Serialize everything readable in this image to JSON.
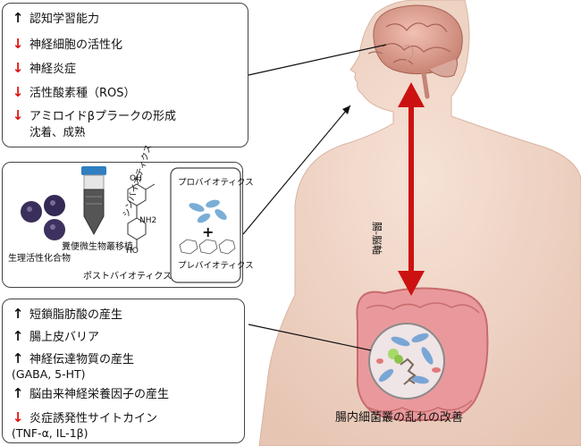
{
  "top_box": {
    "items": [
      {
        "dir": "up",
        "text": "認知学習能力"
      },
      {
        "dir": "down",
        "text": "神経細胞の活性化"
      },
      {
        "dir": "down",
        "text": "神経炎症"
      },
      {
        "dir": "down",
        "text": "活性酸素種（ROS）"
      },
      {
        "dir": "down",
        "text": "アミロイドβプラークの形成"
      }
    ],
    "item5_line2": "沈着、成熟"
  },
  "middle_box": {
    "bioactive": "生理活性化合物",
    "fmt": "糞便微生物叢移植",
    "postbiotics": "ポストバイオティクス",
    "synbiotics": "シンバイオティクス",
    "probiotics": "プロバイオティクス",
    "prebiotics": "プレバイオティクス",
    "plus": "+",
    "chem_oh": "OH",
    "chem_nh2": "NH2",
    "chem_ho": "HO"
  },
  "gut_brain_axis": "腸-脳軸",
  "bottom_box": {
    "items": [
      {
        "dir": "up",
        "text": "短鎖脂肪酸の産生"
      },
      {
        "dir": "up",
        "text": "腸上皮バリア"
      },
      {
        "dir": "up",
        "text": "神経伝達物質の産生"
      },
      {
        "dir": "up",
        "text": "脳由来神経栄養因子の産生"
      },
      {
        "dir": "down",
        "text": "炎症誘発性サイトカイン"
      }
    ],
    "item3_line2": "(GABA, 5-HT)",
    "item5_line2": "(TNF-α, IL-1β)"
  },
  "dysbiosis_label": "腸内細菌叢の乱れの改善",
  "colors": {
    "up": "#111111",
    "down": "#e01010",
    "body": "#f2d9cb",
    "axis_arrow": "#cc1111",
    "gut": "#e58a8c",
    "brain": "#d99a8f"
  }
}
